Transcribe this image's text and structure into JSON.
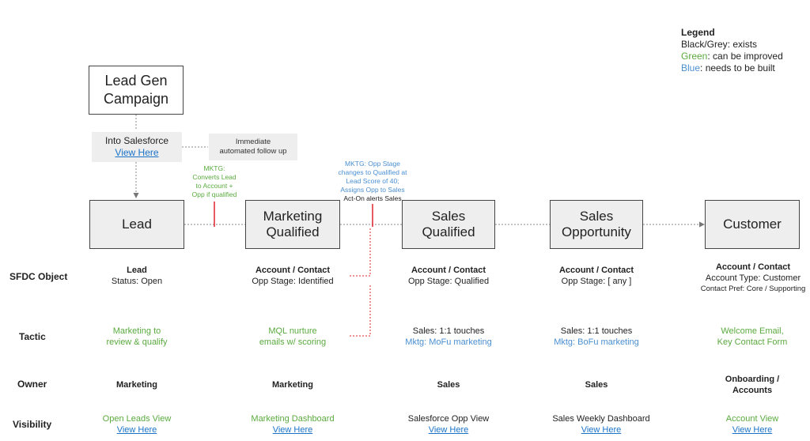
{
  "legend": {
    "title": "Legend",
    "items": [
      {
        "key": "Black/Grey",
        "desc": ": exists",
        "color": "#222222"
      },
      {
        "key": "Green",
        "desc": ": can be improved",
        "color": "#5aaa3e"
      },
      {
        "key": "Blue",
        "desc": ": needs to be built",
        "color": "#4a8fd1"
      }
    ]
  },
  "campaign": {
    "label": "Lead Gen\nCampaign"
  },
  "into_sf": {
    "label": "Into Salesforce",
    "link": "View Here"
  },
  "followup": {
    "label": "Immediate\nautomated follow up"
  },
  "annotations": {
    "converts": "MKTG:\nConverts Lead\nto Account +\nOpp if qualified",
    "opp_stage": "MKTG: Opp Stage\nchanges to Qualified at\nLead Score of 40;\nAssigns Opp to Sales",
    "acton": "Act-On alerts Sales"
  },
  "stages": [
    {
      "label": "Lead"
    },
    {
      "label": "Marketing\nQualified"
    },
    {
      "label": "Sales\nQualified"
    },
    {
      "label": "Sales\nOpportunity"
    },
    {
      "label": "Customer"
    }
  ],
  "rows": {
    "sfdc": "SFDC Object",
    "tactic": "Tactic",
    "owner": "Owner",
    "visibility": "Visibility"
  },
  "sfdc": [
    {
      "title": "Lead",
      "line1": "Status: Open",
      "line2": ""
    },
    {
      "title": "Account / Contact",
      "line1": "Opp Stage: Identified",
      "line2": ""
    },
    {
      "title": "Account / Contact",
      "line1": "Opp Stage: Qualified",
      "line2": ""
    },
    {
      "title": "Account / Contact",
      "line1": "Opp Stage: [ any ]",
      "line2": ""
    },
    {
      "title": "Account / Contact",
      "line1": "Account Type: Customer",
      "line2": "Contact Pref: Core / Supporting"
    }
  ],
  "tactic": [
    {
      "line1": "Marketing to",
      "line2": "review & qualify"
    },
    {
      "line1": "MQL nurture",
      "line2": "emails w/ scoring"
    },
    {
      "line1": "Sales: 1:1 touches",
      "line2": "Mktg: MoFu marketing"
    },
    {
      "line1": "Sales: 1:1 touches",
      "line2": "Mktg: BoFu marketing"
    },
    {
      "line1": "Welcome Email,",
      "line2": "Key Contact Form"
    }
  ],
  "owner": [
    {
      "label": "Marketing"
    },
    {
      "label": "Marketing"
    },
    {
      "label": "Sales"
    },
    {
      "label": "Sales"
    },
    {
      "label": "Onboarding /\nAccounts"
    }
  ],
  "visibility": [
    {
      "label": "Open Leads View",
      "link": "View Here"
    },
    {
      "label": "Marketing Dashboard",
      "link": "View Here"
    },
    {
      "label": "Salesforce Opp View",
      "link": "View Here"
    },
    {
      "label": "Sales Weekly Dashboard",
      "link": "View Here"
    },
    {
      "label": "Account View",
      "link": "View Here"
    }
  ],
  "colors": {
    "green": "#5aaa3e",
    "blue": "#4a8fd1",
    "red": "#e0242b",
    "link": "#1a73c8"
  }
}
